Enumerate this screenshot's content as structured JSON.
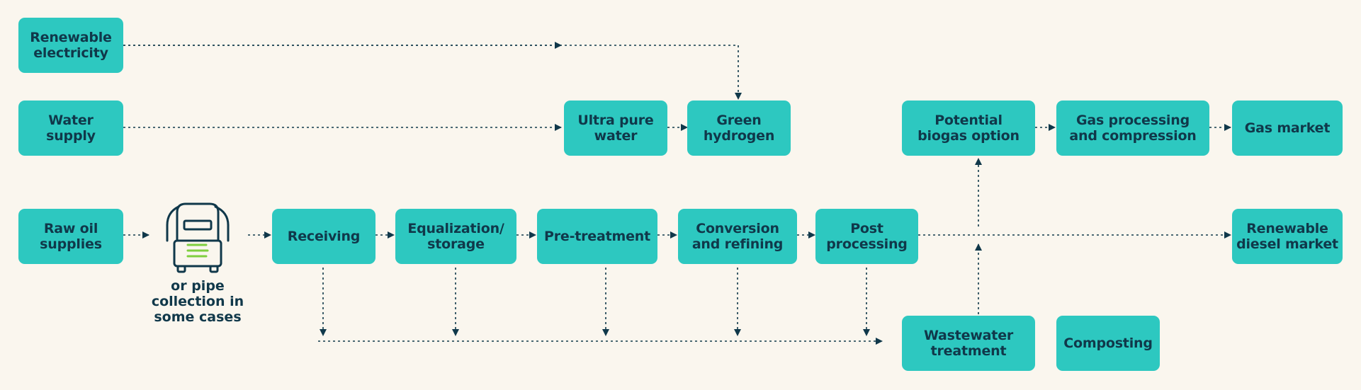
{
  "colors": {
    "background": "#faf6ee",
    "box": "#2dc8c0",
    "ink": "#10384a",
    "truck_accent": "#7fcf3f"
  },
  "nodes": {
    "renewable_electricity": "Renewable\nelectricity",
    "water_supply": "Water\nsupply",
    "ultra_pure_water": "Ultra pure\nwater",
    "green_hydrogen": "Green\nhydrogen",
    "potential_biogas_option": "Potential\nbiogas option",
    "gas_processing": "Gas processing\nand compression",
    "gas_market": "Gas market",
    "raw_oil_supplies": "Raw oil\nsupplies",
    "receiving": "Receiving",
    "equalization_storage": "Equalization/\nstorage",
    "pre_treatment": "Pre-treatment",
    "conversion_refining": "Conversion\nand refining",
    "post_processing": "Post\nprocessing",
    "renewable_diesel_market": "Renewable\ndiesel market",
    "wastewater_treatment": "Wastewater\ntreatment",
    "composting": "Composting"
  },
  "truck_icon": "truck-icon",
  "truck_caption": "or pipe\ncollection in\nsome cases"
}
